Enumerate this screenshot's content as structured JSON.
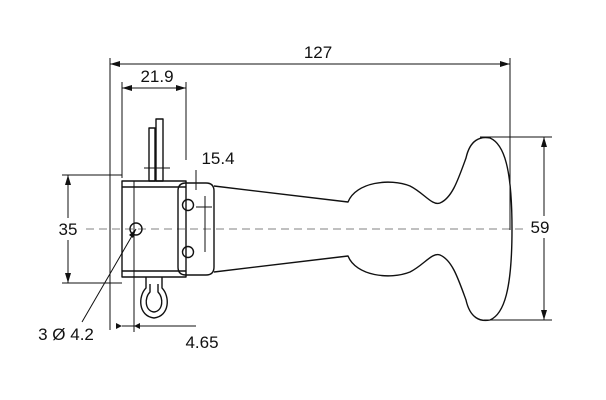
{
  "dimensions": {
    "overall_length": "127",
    "body_width": "21.9",
    "hole_offset": "15.4",
    "base_height": "35",
    "handle_height": "59",
    "holes": "3 Ø 4.2",
    "plate_thickness": "4.65"
  }
}
